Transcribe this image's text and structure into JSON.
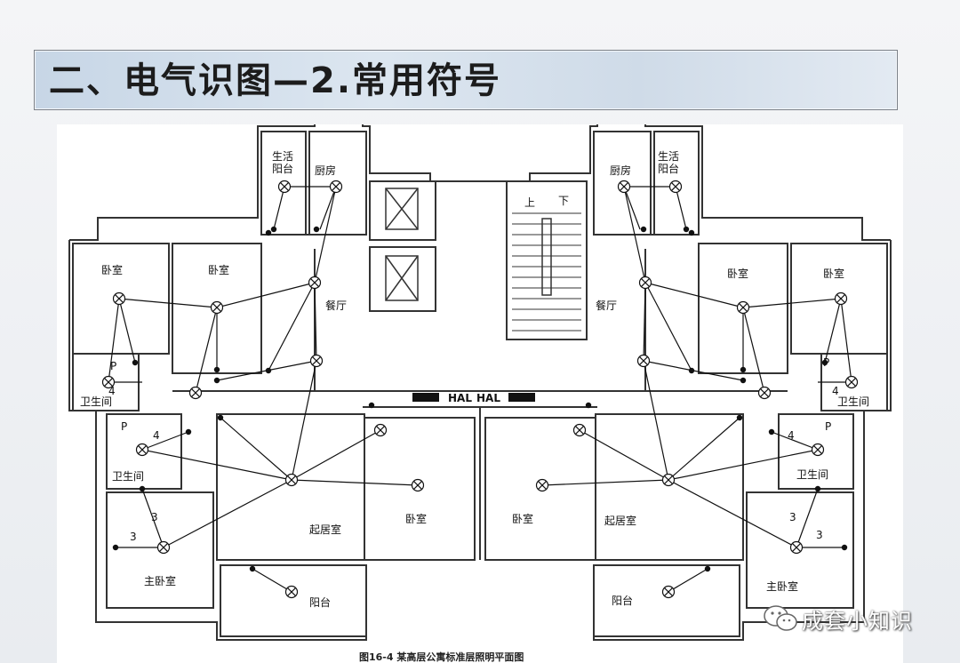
{
  "slide": {
    "title": "二、电气识图—2.常用符号",
    "caption": "图16-4  某高层公寓标准层照明平面图",
    "watermark": "成套小知识"
  },
  "plan": {
    "labels": {
      "bedroom": "卧室",
      "dining": "餐厅",
      "kitchen": "厨房",
      "service_balcony_1": "生活",
      "service_balcony_2": "阳台",
      "bathroom": "卫生间",
      "master_bedroom": "主卧室",
      "living_room": "起居室",
      "balcony": "阳台",
      "stair_up": "上",
      "stair_down": "下",
      "hal": "HAL",
      "panel": "P",
      "wire_count_3": "3",
      "wire_count_4": "4"
    }
  },
  "colors": {
    "line": "#111111",
    "wall": "#333333"
  }
}
